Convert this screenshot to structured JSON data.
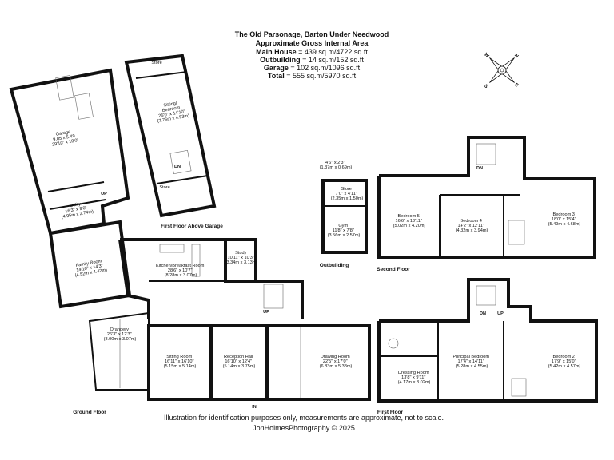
{
  "header": {
    "title": "The Old Parsonage, Barton Under Needwood",
    "subtitle": "Approximate Gross Internal Area",
    "areas": [
      {
        "label": "Main House",
        "value": " = 439 sq.m/4722 sq.ft"
      },
      {
        "label": "Outbuilding",
        "value": " = 14 sq.m/152 sq.ft"
      },
      {
        "label": "Garage",
        "value": " = 102 sq.m/1096 sq.ft"
      },
      {
        "label": "Total",
        "value": " = 555 sq.m/5970 sq.ft"
      }
    ]
  },
  "compass": {
    "letters": [
      "N",
      "E",
      "S",
      "W"
    ],
    "icon": "compass-rose-icon"
  },
  "floors": {
    "ground": "Ground Floor",
    "first_above_garage": "First Floor Above Garage",
    "outbuilding": "Outbuilding",
    "second": "Second Floor",
    "first": "First Floor"
  },
  "rooms": {
    "garage": [
      "Garage",
      "9.05 x 5.49",
      "29'10\" x 18'0\""
    ],
    "utility": [
      "Utility",
      "16'3\" x 9'0\"",
      "(4.95m x 2.74m)"
    ],
    "family": [
      "Family Room",
      "14'10\" x 14'3\"",
      "(4.52m x 4.42m)"
    ],
    "kitchen": [
      "Kitchen/Breakfast Room",
      "28'6\" x 10'7\"",
      "(8.28m x 3.07m)"
    ],
    "study": [
      "Study",
      "10'11\" x 10'3\"",
      "(3.34m x 3.13m)"
    ],
    "orangery": [
      "Orangery",
      "26'3\" x 12'3\"",
      "(8.00m x 3.07m)"
    ],
    "sitting": [
      "Sitting Room",
      "16'11\" x 16'10\"",
      "(5.15m x 5.14m)"
    ],
    "reception": [
      "Reception Hall",
      "16'10\" x 12'4\"",
      "(5.14m x 3.75m)"
    ],
    "drawing": [
      "Drawing Room",
      "22'5\" x 17'0\"",
      "(6.83m x 5.38m)"
    ],
    "sitting_bed": [
      "Sitting/",
      "Bedroom",
      "25'0\" x 14'10\"",
      "(7.76m x 4.53m)"
    ],
    "store_top": "Store",
    "store_bottom": "Store",
    "store_out": [
      "Store",
      "7'0\" x 4'11\"",
      "(2.35m x 1.50m)"
    ],
    "out_dim": [
      "4'6\" x 2'3\"",
      "(1.37m x 0.69m)"
    ],
    "gym": [
      "Gym",
      "11'8\" x 7'8\"",
      "(3.56m x 2.57m)"
    ],
    "bed5": [
      "Bedroom 5",
      "16'6\" x 13'11\"",
      "(5.02m x 4.20m)"
    ],
    "bed4": [
      "Bedroom 4",
      "14'2\" x 12'11\"",
      "(4.32m x 3.94m)"
    ],
    "bed3": [
      "Bedroom 3",
      "18'0\" x 15'4\"",
      "(5.49m x 4.68m)"
    ],
    "principal": [
      "Principal Bedroom",
      "17'4\" x 14'11\"",
      "(5.28m x 4.55m)"
    ],
    "dressing": [
      "Dressing Room",
      "13'8\" x 9'11\"",
      "(4.17m x 3.02m)"
    ],
    "bed2": [
      "Bedroom 2",
      "17'9\" x 15'0\"",
      "(5.42m x 4.57m)"
    ]
  },
  "markers": {
    "up": "UP",
    "dn": "DN",
    "in": "IN"
  },
  "footer": {
    "disclaimer": "Illustration for identification purposes only, measurements are approximate, not to scale.",
    "credit": "JonHolmesPhotography © 2025"
  }
}
